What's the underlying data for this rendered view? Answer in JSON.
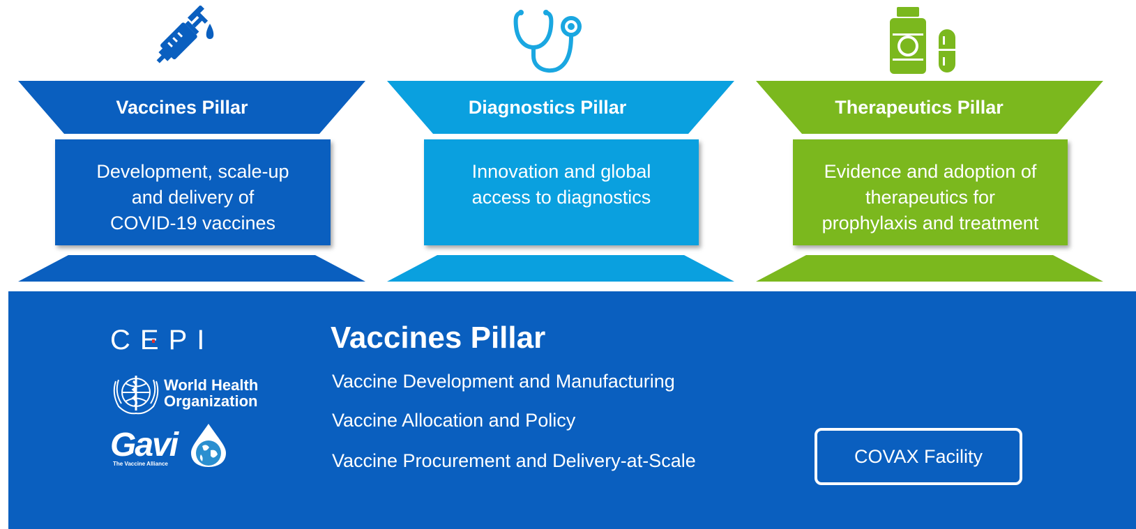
{
  "colors": {
    "vaccines": "#0a5fbf",
    "diagnostics": "#0aa0df",
    "therapeutics": "#7bb81e",
    "panel": "#0a5fbf",
    "white": "#ffffff"
  },
  "pillars": [
    {
      "title": "Vaccines Pillar",
      "description": [
        "Development, scale-up",
        "and delivery of",
        "COVID-19 vaccines"
      ],
      "icon": "syringe-icon"
    },
    {
      "title": "Diagnostics Pillar",
      "description": [
        "Innovation and global",
        "access to diagnostics"
      ],
      "icon": "stethoscope-icon"
    },
    {
      "title": "Therapeutics Pillar",
      "description": [
        "Evidence and adoption of",
        "therapeutics for",
        "prophylaxis and treatment"
      ],
      "icon": "medicine-icon"
    }
  ],
  "panel": {
    "title": "Vaccines Pillar",
    "items": [
      "Vaccine Development and Manufacturing",
      "Vaccine Allocation and Policy",
      "Vaccine Procurement and Delivery-at-Scale"
    ],
    "covax_label": "COVAX Facility",
    "logos": {
      "cepi": "CEPI",
      "who_line1": "World Health",
      "who_line2": "Organization",
      "gavi": "Gavi",
      "gavi_tagline": "The Vaccine Alliance"
    }
  }
}
